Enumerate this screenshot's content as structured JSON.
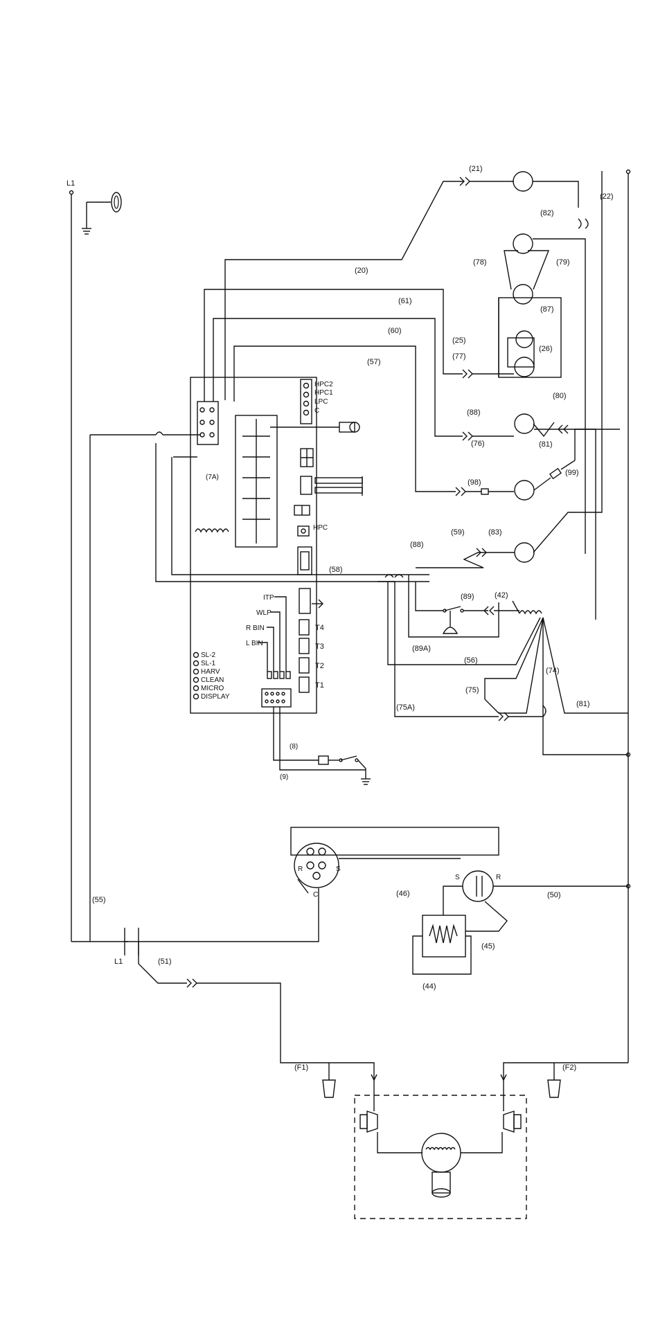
{
  "diagram": {
    "labels": {
      "l1_top": "L1",
      "l1_contactor": "L1",
      "w20": "(20)",
      "w21": "(21)",
      "w22": "(22)",
      "w25": "(25)",
      "w26": "(26)",
      "w42": "(42)",
      "w44": "(44)",
      "w45": "(45)",
      "w46": "(46)",
      "w50": "(50)",
      "w51": "(51)",
      "w55": "(55)",
      "w56": "(56)",
      "w57": "(57)",
      "w58": "(58)",
      "w59": "(59)",
      "w60": "(60)",
      "w61": "(61)",
      "w74": "(74)",
      "w75": "(75)",
      "w75a": "(75A)",
      "w76": "(76)",
      "w77": "(77)",
      "w78": "(78)",
      "w79": "(79)",
      "w80": "(80)",
      "w81a": "(81)",
      "w81b": "(81)",
      "w82": "(82)",
      "w83": "(83)",
      "w87": "(87)",
      "w88a": "(88)",
      "w88b": "(88)",
      "w89": "(89)",
      "w89a": "(89A)",
      "w98": "(98)",
      "w99": "(99)",
      "w8": "(8)",
      "w9": "(9)",
      "w7a": "(7A)",
      "f1": "(F1)",
      "f2": "(F2)",
      "hpc2": "HPC2",
      "hpc1": "HPC1",
      "lpc": "LPC",
      "c": "C",
      "hpc": "HPC",
      "itp": "ITP",
      "wlp": "WLP",
      "rbin": "R BIN",
      "lbin": "L BIN",
      "t4": "T4",
      "t3": "T3",
      "t2": "T2",
      "t1": "T1",
      "comp_r": "R",
      "comp_s": "S",
      "comp_c": "C",
      "relay_s": "S",
      "relay_r": "R"
    },
    "leds": [
      "SL-2",
      "SL-1",
      "HARV",
      "CLEAN",
      "MICRO",
      "DISPLAY"
    ]
  }
}
